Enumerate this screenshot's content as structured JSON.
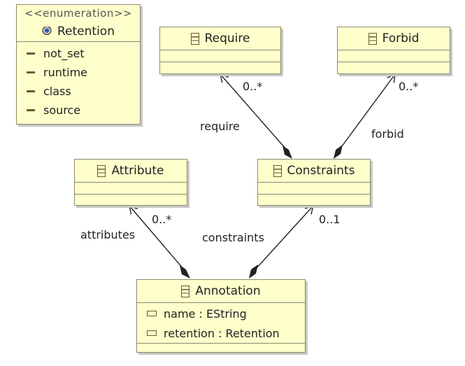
{
  "enumeration": {
    "stereotype": "<<enumeration>>",
    "name": "Retention",
    "literals": [
      "not_set",
      "runtime",
      "class",
      "source"
    ]
  },
  "classes": {
    "require": {
      "name": "Require"
    },
    "forbid": {
      "name": "Forbid"
    },
    "attribute": {
      "name": "Attribute"
    },
    "constraints": {
      "name": "Constraints"
    },
    "annotation": {
      "name": "Annotation",
      "attributes": [
        "name : EString",
        "retention : Retention"
      ]
    }
  },
  "references": {
    "require": {
      "role": "require",
      "multiplicity": "0..*"
    },
    "forbid": {
      "role": "forbid",
      "multiplicity": "0..*"
    },
    "attributes": {
      "role": "attributes",
      "multiplicity": "0..*"
    },
    "constraints": {
      "role": "constraints",
      "multiplicity": "0..1"
    }
  }
}
